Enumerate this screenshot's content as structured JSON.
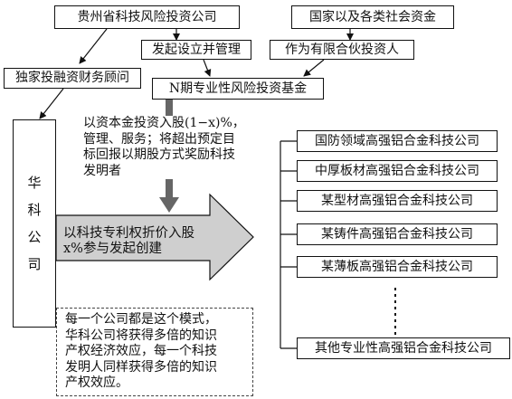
{
  "top": {
    "gz_company": "贵州省科技风险投资公司",
    "national_capital": "国家以及各类社会资金"
  },
  "labels": {
    "initiate_manage": "发起设立并管理",
    "limited_partner": "作为有限合伙投资人",
    "exclusive_advisor": "独家投融资财务顾问"
  },
  "fund": "N期专业性风险投资基金",
  "investment_note": [
    "以资本金投资入股(1−x)%，",
    "管理、服务；将超出预定目",
    "标回报以期股方式奖励科技",
    "发明者"
  ],
  "huake_vertical": [
    "华",
    "科",
    "公",
    "司"
  ],
  "arrow_text": [
    "以科技专利权折价入股",
    "x%参与发起创建"
  ],
  "companies": [
    "国防领域高强铝合金科技公司",
    "中厚板材高强铝合金科技公司",
    "某型材高强铝合金科技公司",
    "某铸件高强铝合金科技公司",
    "某薄板高强铝合金科技公司"
  ],
  "other_company": "其他专业性高强铝合金科技公司",
  "bottom_note": [
    "每一个公司都是这个模式，",
    "华科公司将获得多倍的知识",
    "产权经济效应，每一个科技",
    "发明人同样获得多倍的知识",
    "产权效应。"
  ]
}
